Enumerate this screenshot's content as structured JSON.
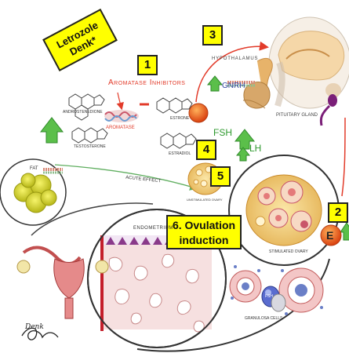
{
  "title_tag": {
    "line1": "Letrozole",
    "line2": "Denk*"
  },
  "steps": {
    "s1": "1",
    "s2": "2",
    "s3": "3",
    "s4": "4",
    "s5": "5",
    "s6_line1": "6. Ovulation",
    "s6_line2": "induction"
  },
  "labels": {
    "aromatase_inhibitors": "Aromatase Inhibitors",
    "androstenedione": "ANDROSTENEDIONE",
    "testosterone": "TESTOSTERONE",
    "aromatase": "AROMATASE",
    "estrone": "ESTRONE",
    "estradiol": "ESTRADIOL",
    "hypothalamus": "HYPOTHALAMUS",
    "gnrh": "GNRH",
    "pituitary_gland": "PITUITARY GLAND",
    "fsh": "FSH",
    "lh": "LH",
    "fat": "FAT",
    "acute_effect": "ACUTE EFFECT",
    "unstimulated_ovary": "UNSTIMULATED OVARY",
    "stimulated_ovary": "STIMULATED OVARY",
    "endometrium": "ENDOMETRIUM",
    "granulosa_cells": "GRANULOSA CELLS",
    "estrogen_mark": "E",
    "fsh_small": "FSH",
    "signature": "Denk"
  },
  "colors": {
    "tag_yellow": "#ffff00",
    "red_arrow": "#e23b2a",
    "green_arrow": "#3aa83a",
    "fat_yellow": "#dede2a",
    "estrogen_orange": "#e8602a"
  }
}
